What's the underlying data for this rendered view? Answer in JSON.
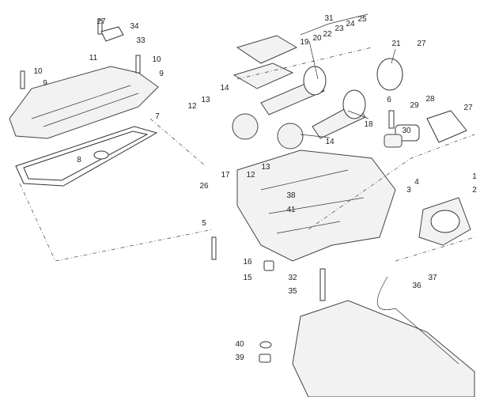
{
  "diagram": {
    "type": "exploded-parts-view"
  },
  "callouts": [
    "27",
    "34",
    "33",
    "11",
    "10",
    "10",
    "9",
    "9",
    "7",
    "8",
    "31",
    "20",
    "22",
    "23",
    "24",
    "25",
    "19",
    "21",
    "27",
    "14",
    "13",
    "12",
    "6",
    "29",
    "28",
    "27",
    "18",
    "30",
    "14",
    "13",
    "12",
    "17",
    "26",
    "38",
    "41",
    "4",
    "3",
    "1",
    "2",
    "5",
    "16",
    "15",
    "32",
    "35",
    "36",
    "37",
    "40",
    "39"
  ]
}
